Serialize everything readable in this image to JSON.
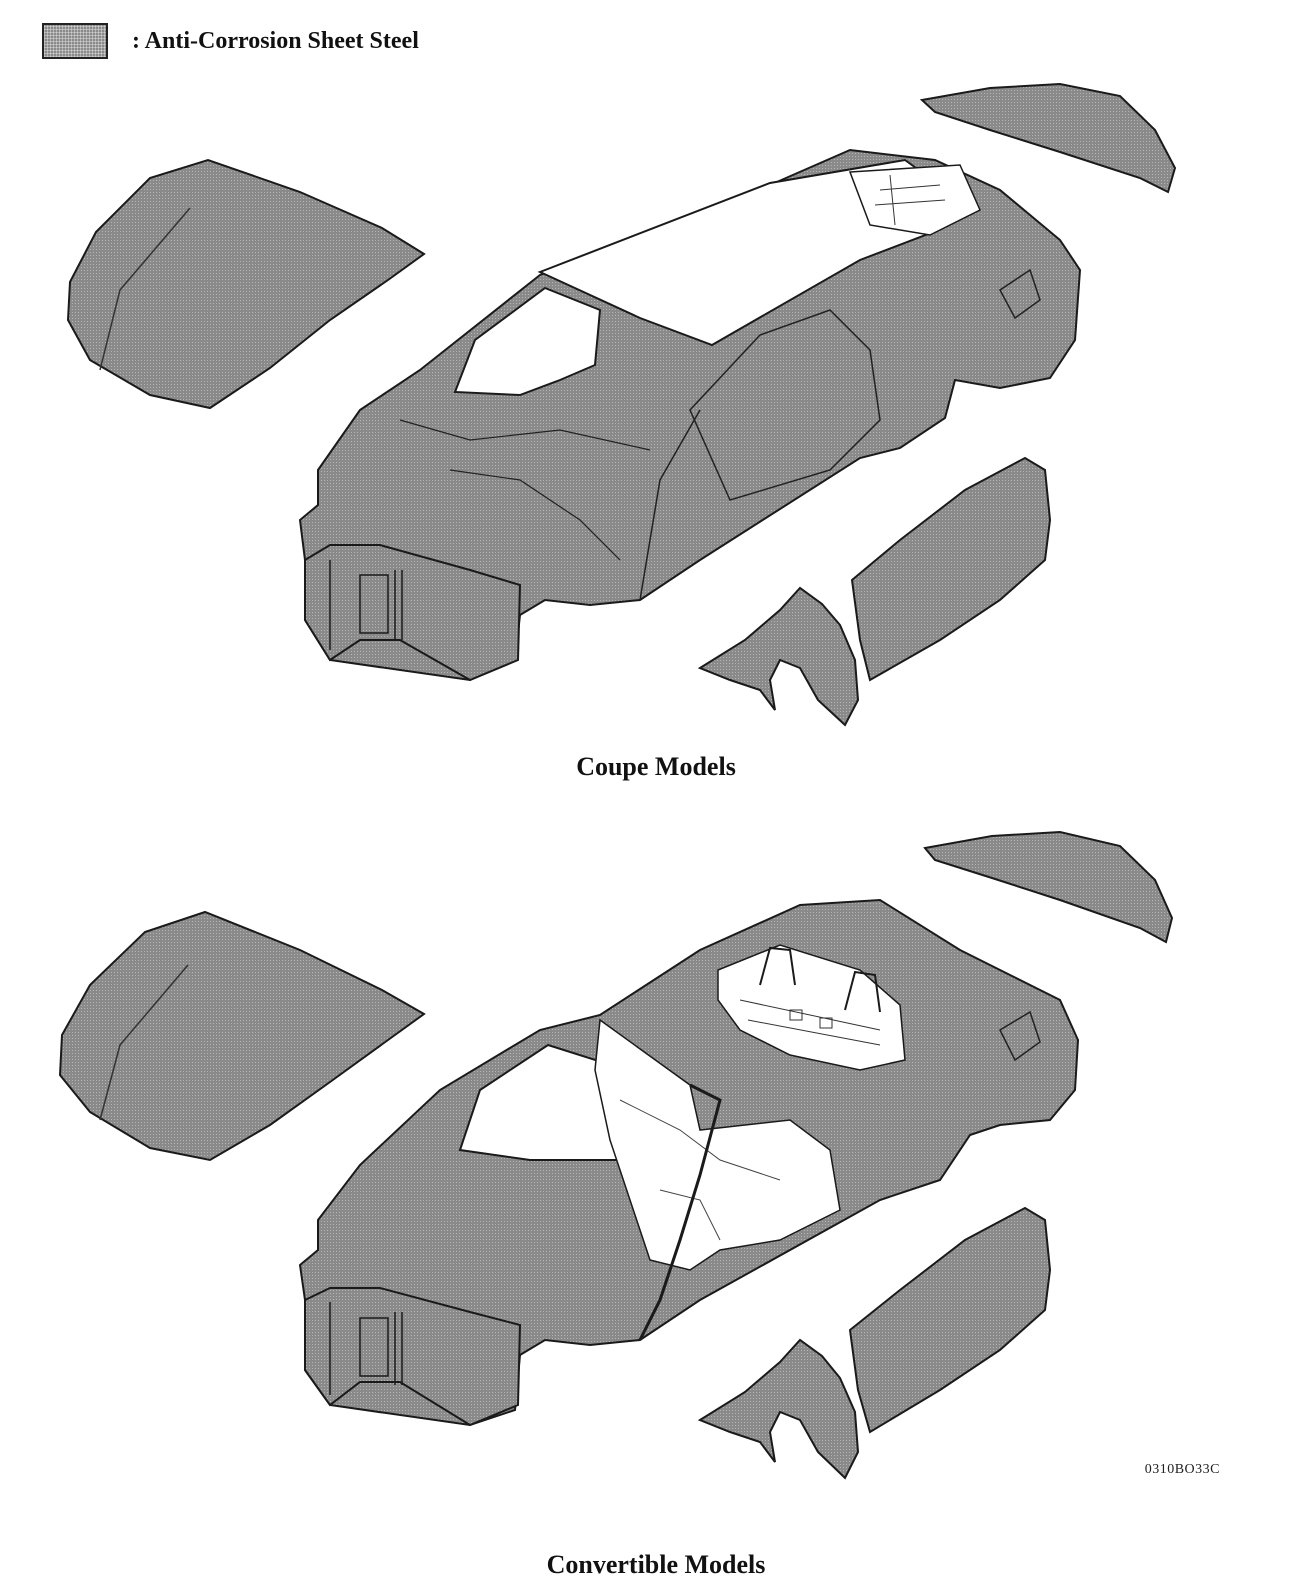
{
  "legend": {
    "swatch_label": ": Anti-Corrosion Sheet Steel",
    "swatch_color": "#8a8a8a"
  },
  "sections": [
    {
      "caption": "Coupe Models"
    },
    {
      "caption": "Convertible Models"
    }
  ],
  "figure_code": "0310BO33C",
  "colors": {
    "panel_fill": "#8a8a8a",
    "outline": "#1a1a1a",
    "uncoated": "#ffffff"
  }
}
